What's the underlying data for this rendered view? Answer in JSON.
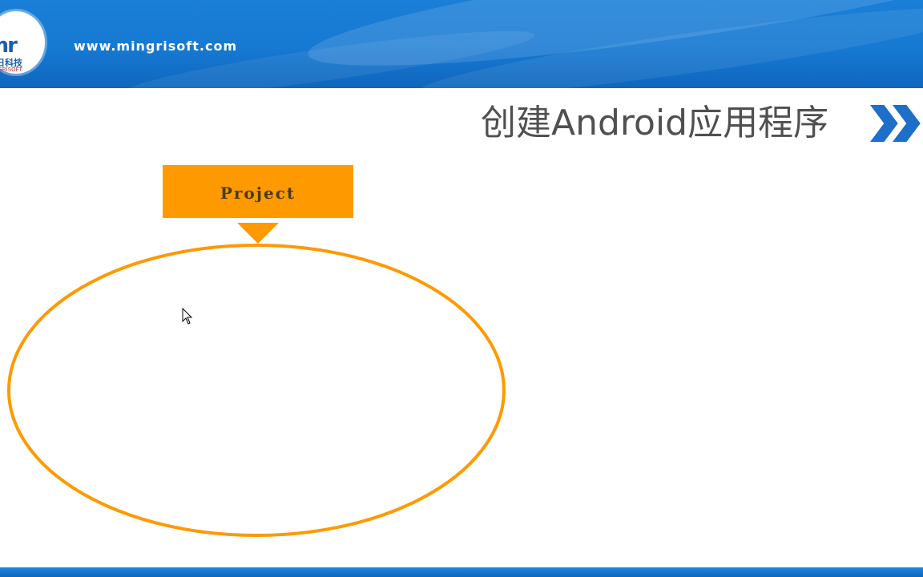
{
  "header": {
    "logo": {
      "mark": "mr",
      "name_cn": "明日科技",
      "name_en": "MINGRISOFT"
    },
    "website": "www.mingrisoft.com"
  },
  "slide": {
    "title": "创建Android应用程序"
  },
  "diagram": {
    "box_label": "Project"
  },
  "colors": {
    "banner_blue": "#1679d2",
    "accent_orange": "#ff9900",
    "title_gray": "#505050",
    "chevron_blue": "#1d6fc9"
  },
  "icons": [
    "double-chevron-icon",
    "mouse-cursor-icon"
  ]
}
